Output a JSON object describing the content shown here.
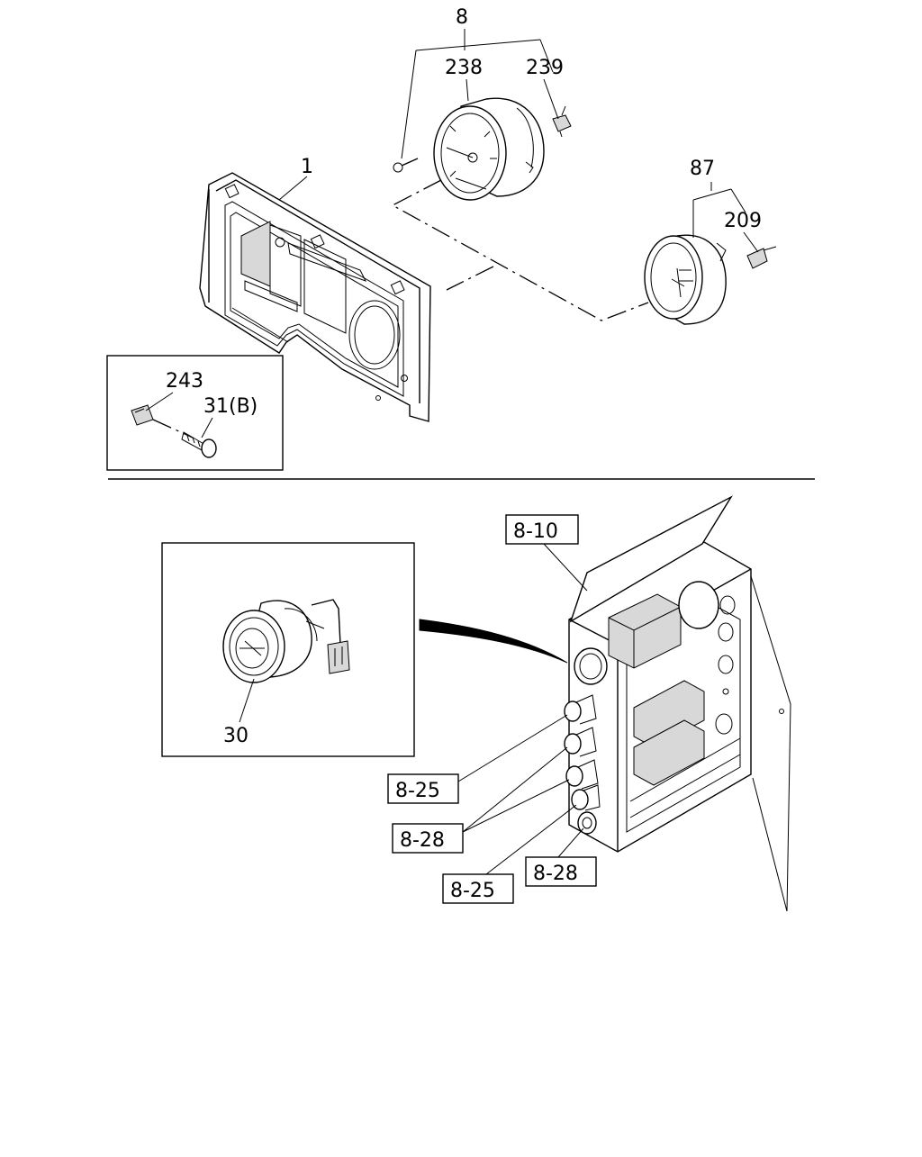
{
  "labels": {
    "part_1": "1",
    "part_8": "8",
    "part_238": "238",
    "part_239": "239",
    "part_87": "87",
    "part_209": "209",
    "part_243": "243",
    "part_31b": "31(B)",
    "part_30": "30"
  },
  "references": {
    "ref_8_10": "8-10",
    "ref_8_25_a": "8-25",
    "ref_8_28_a": "8-28",
    "ref_8_28_b": "8-28",
    "ref_8_25_b": "8-25"
  }
}
